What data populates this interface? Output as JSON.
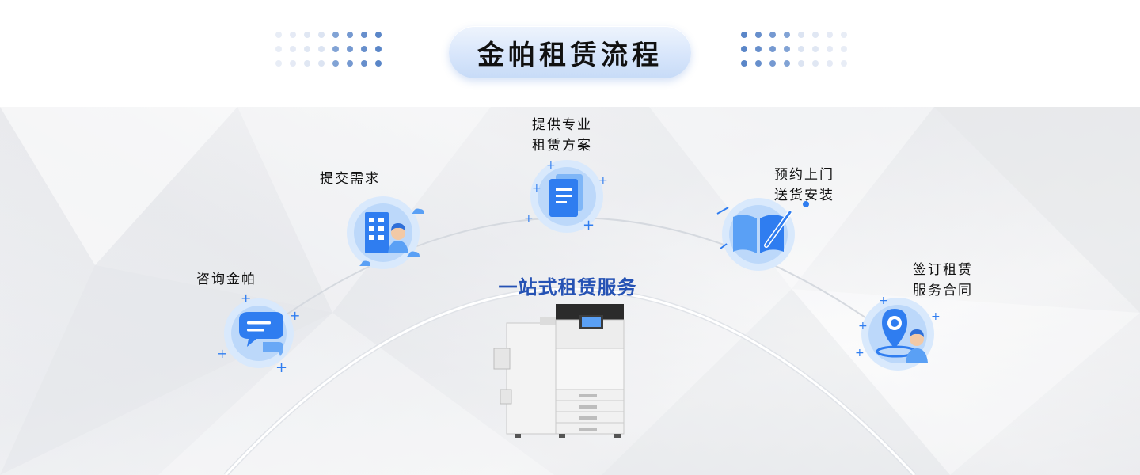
{
  "title": "金帕租赁流程",
  "center_title": "一站式租赁服务",
  "steps": {
    "consult": "咨询金帕",
    "submit": "提交需求",
    "plan": "提供专业\n租赁方案",
    "install": "预约上门\n送货安装",
    "sign": "签订租赁\n服务合同"
  },
  "icons": {
    "consult": "chat-bubble-icon",
    "submit": "building-person-icon",
    "plan": "document-icon",
    "install": "book-pen-icon",
    "sign": "location-person-icon",
    "center": "multifunction-printer-image"
  },
  "colors": {
    "accent_blue": "#2f7df0",
    "title_text": "#2552b4",
    "dot_dark": "#5a86c8",
    "dot_light": "#cdd8ec"
  }
}
